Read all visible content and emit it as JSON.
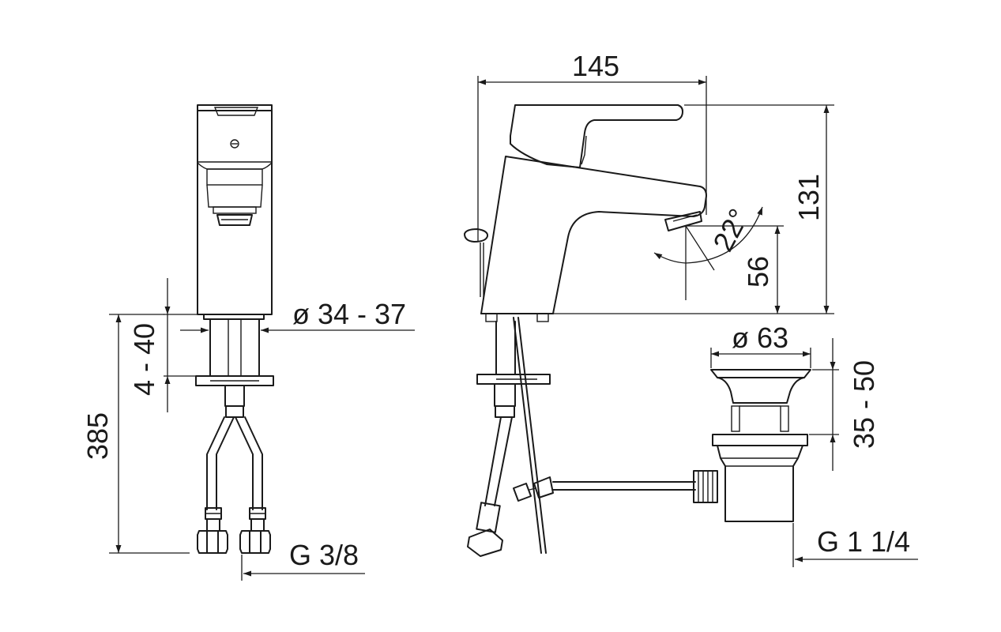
{
  "dimensions": {
    "width_145": "145",
    "height_131": "131",
    "spout_height_56": "56",
    "spout_angle": "22°",
    "body_diameter": "ø 34 - 37",
    "deck_thickness": "4 - 40",
    "hose_length": "385",
    "hose_thread": "G 3/8",
    "drain_diameter": "ø 63",
    "drain_thickness": "35 - 50",
    "drain_thread": "G 1 1/4"
  },
  "colors": {
    "line": "#1a1a1a",
    "background": "#ffffff"
  }
}
